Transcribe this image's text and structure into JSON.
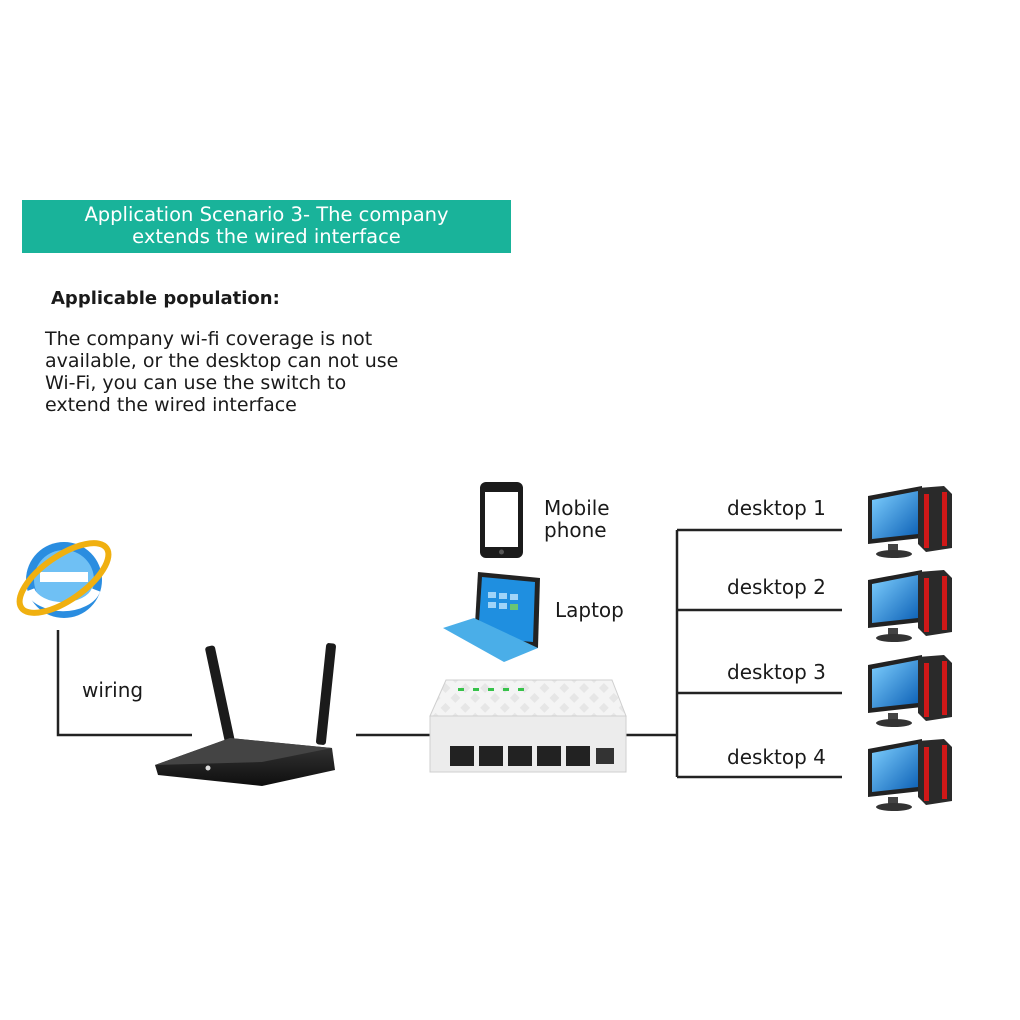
{
  "banner": {
    "line1": "Application Scenario 3- The company",
    "line2": "extends the wired interface"
  },
  "applicable": {
    "heading": "Applicable population:",
    "description": "The company wi-fi coverage is not available, or the desktop can not use Wi-Fi, you can use the switch to extend the wired interface"
  },
  "labels": {
    "wiring": "wiring",
    "mobile_line1": "Mobile",
    "mobile_line2": "phone",
    "laptop": "Laptop"
  },
  "desktops": [
    "desktop 1",
    "desktop 2",
    "desktop 3",
    "desktop 4"
  ],
  "colors": {
    "banner": "#19b39a",
    "line": "#222222",
    "monitor_blue": "#1e88d8",
    "tower_red": "#d01818"
  }
}
